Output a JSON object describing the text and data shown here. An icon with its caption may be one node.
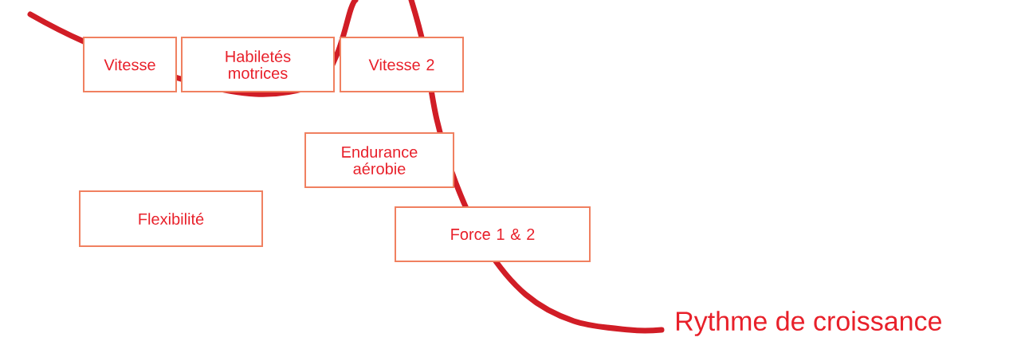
{
  "diagram": {
    "nodes": [
      {
        "text": [
          "Vitesse"
        ]
      },
      {
        "text": [
          "Habiletés motrices"
        ]
      },
      {
        "text": [
          "Vitesse 2"
        ]
      },
      {
        "text": [
          "Endurance aérobie"
        ]
      },
      {
        "text": [
          "Flexibilité"
        ]
      },
      {
        "text": [
          "Force 1 & 2"
        ]
      }
    ],
    "labels": [
      "Rythme de croissance"
    ]
  }
}
